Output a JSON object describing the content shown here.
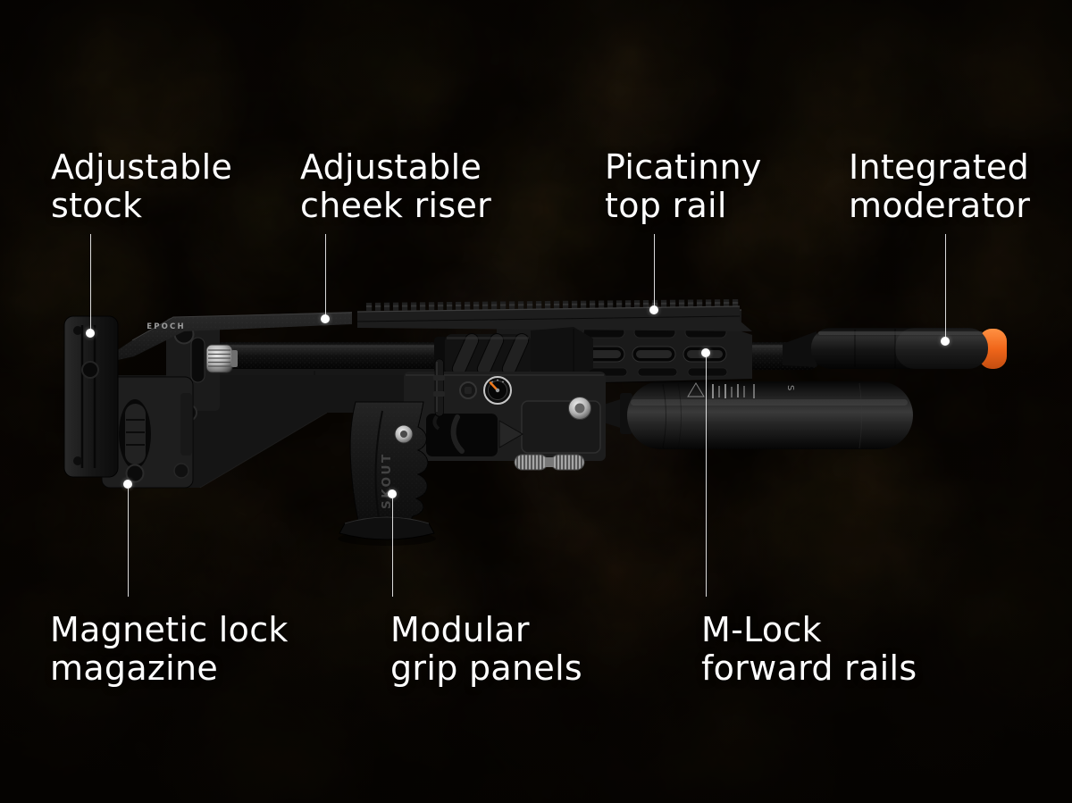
{
  "diagram": {
    "product": {
      "receiver_marking": "EPOCH",
      "grip_marking": "SKOUT",
      "bottle_marking": "S"
    },
    "colors": {
      "accent_orange": "#f0661a",
      "label_text": "#ffffff",
      "leader_line": "#f2f2f2",
      "background_base": "#0d0905"
    },
    "callouts": [
      {
        "id": "adjustable-stock",
        "label": "Adjustable stock",
        "line1": "Adjustable",
        "line2": "stock"
      },
      {
        "id": "adjustable-cheek-riser",
        "label": "Adjustable cheek riser",
        "line1": "Adjustable",
        "line2": "cheek riser"
      },
      {
        "id": "picatinny-top-rail",
        "label": "Picatinny top rail",
        "line1": "Picatinny",
        "line2": "top rail"
      },
      {
        "id": "integrated-moderator",
        "label": "Integrated moderator",
        "line1": "Integrated",
        "line2": "moderator"
      },
      {
        "id": "magnetic-lock-magazine",
        "label": "Magnetic lock magazine",
        "line1": "Magnetic lock",
        "line2": "magazine"
      },
      {
        "id": "modular-grip-panels",
        "label": "Modular grip panels",
        "line1": "Modular",
        "line2": "grip panels"
      },
      {
        "id": "m-lock-forward-rails",
        "label": "M-Lock forward rails",
        "line1": "M-Lock",
        "line2": "forward rails"
      }
    ]
  }
}
